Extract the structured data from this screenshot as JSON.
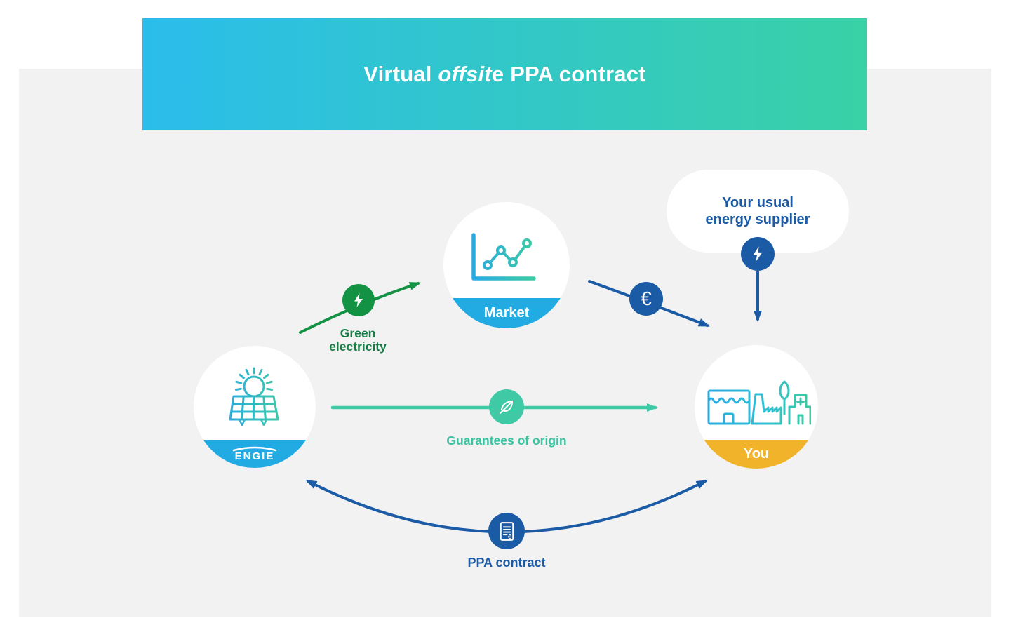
{
  "banner": {
    "title_prefix": "Virtual ",
    "title_italic": "offsit",
    "title_suffix": "e PPA contract",
    "title_full": "Virtual offsite PPA contract"
  },
  "nodes": {
    "market": {
      "label": "Market",
      "icon": "line-chart-icon",
      "band_color": "#22abe3"
    },
    "engie": {
      "label": "ENGIE",
      "icon": "solar-panel-icon",
      "band_color": "#22abe3"
    },
    "you": {
      "label": "You",
      "icon": "buildings-icon",
      "band_color": "#f0b32a"
    },
    "supplier": {
      "line1": "Your usual",
      "line2": "energy supplier",
      "icon": "lightning-icon"
    }
  },
  "flows": {
    "green_electricity": {
      "line1": "Green",
      "line2": "electricity",
      "icon": "lightning-icon",
      "color": "#149244",
      "from": "ENGIE",
      "to": "Market"
    },
    "market_price": {
      "symbol": "€",
      "icon": "euro-icon",
      "color": "#1b5ba5",
      "from": "Market",
      "to": "You"
    },
    "supplier_delivery": {
      "icon": "lightning-icon",
      "color": "#1b5ba5",
      "from": "Your usual energy supplier",
      "to": "You"
    },
    "guarantees": {
      "label": "Guarantees of origin",
      "icon": "leaf-icon",
      "color": "#3fcaa5",
      "from": "ENGIE",
      "to": "You"
    },
    "ppa": {
      "label": "PPA contract",
      "icon": "contract-icon",
      "color": "#1b5ba5",
      "between": "ENGIE and You"
    }
  },
  "icons": {
    "line-chart-icon": "rising line chart with 4 nodes",
    "solar-panel-icon": "solar panel with sun rays",
    "buildings-icon": "shop, factory with leaf, hospital",
    "lightning-icon": "lightning bolt",
    "euro-icon": "euro currency symbol",
    "leaf-icon": "leaf with stem",
    "contract-icon": "document with text lines and euro",
    "engie-logo": "ENGIE wordmark with arc"
  },
  "colors": {
    "banner_gradient_start": "#2bbdeb",
    "banner_gradient_end": "#39d1a6",
    "panel_bg": "#f2f2f3",
    "band_blue": "#22abe3",
    "band_yellow": "#f0b32a",
    "dark_blue": "#1b5ba5",
    "green": "#149244",
    "green_text": "#187c46",
    "teal": "#3fcaa5",
    "teal_text": "#3bc2a0",
    "icon_blue": "#29abe2",
    "icon_teal": "#3ecba3"
  }
}
